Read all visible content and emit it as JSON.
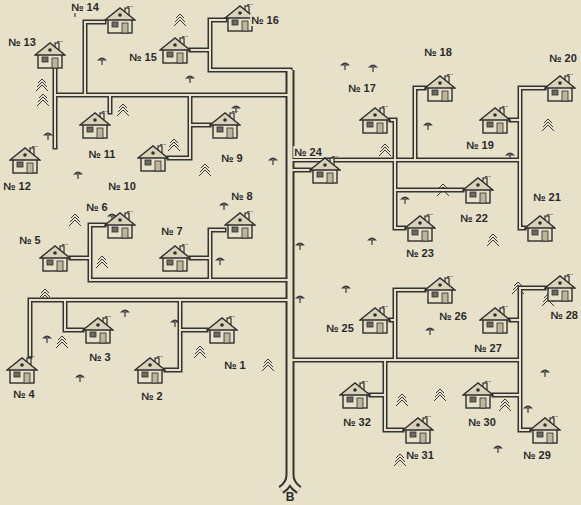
{
  "diagram": {
    "nodes": [
      {
        "text": [
          "№ 1"
        ]
      },
      {
        "text": [
          "№ 2"
        ]
      },
      {
        "text": [
          "№ 3"
        ]
      },
      {
        "text": [
          "№ 4"
        ]
      },
      {
        "text": [
          "№ 5"
        ]
      },
      {
        "text": [
          "№ 6"
        ]
      },
      {
        "text": [
          "№ 7"
        ]
      },
      {
        "text": [
          "№ 8"
        ]
      },
      {
        "text": [
          "№ 9"
        ]
      },
      {
        "text": [
          "№ 10"
        ]
      },
      {
        "text": [
          "№ 11"
        ]
      },
      {
        "text": [
          "№ 12"
        ]
      },
      {
        "text": [
          "№ 13"
        ]
      },
      {
        "text": [
          "№ 14"
        ]
      },
      {
        "text": [
          "№ 15"
        ]
      },
      {
        "text": [
          "№ 16"
        ]
      },
      {
        "text": [
          "№ 17"
        ]
      },
      {
        "text": [
          "№ 18"
        ]
      },
      {
        "text": [
          "№ 19"
        ]
      },
      {
        "text": [
          "№ 20"
        ]
      },
      {
        "text": [
          "№ 21"
        ]
      },
      {
        "text": [
          "№ 22"
        ]
      },
      {
        "text": [
          "№ 23"
        ]
      },
      {
        "text": [
          "№ 24"
        ]
      },
      {
        "text": [
          "№ 25"
        ]
      },
      {
        "text": [
          "№ 26"
        ]
      },
      {
        "text": [
          "№ 27"
        ]
      },
      {
        "text": [
          "№ 28"
        ]
      },
      {
        "text": [
          "№ 29"
        ]
      },
      {
        "text": [
          "№ 30"
        ]
      },
      {
        "text": [
          "№ 31"
        ]
      },
      {
        "text": [
          "№ 32"
        ]
      }
    ],
    "labels": [
      "B"
    ]
  }
}
